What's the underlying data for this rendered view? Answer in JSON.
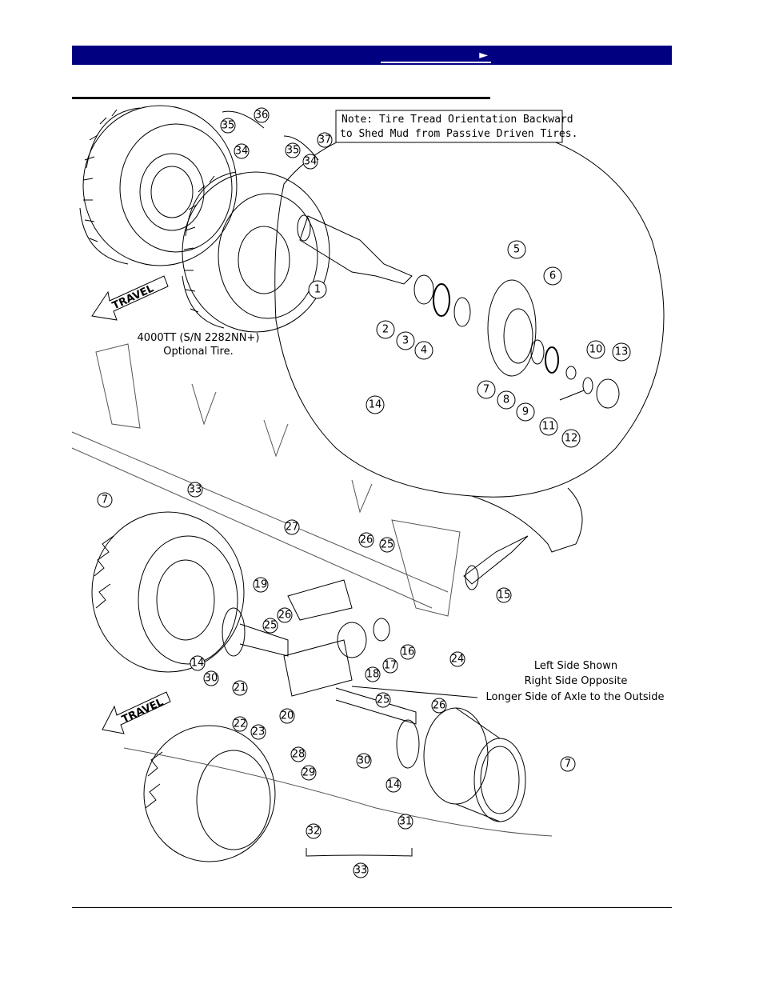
{
  "header": {
    "nav_arrow": "►"
  },
  "note": {
    "line1": "Note:  Tire Tread Orientation Backward",
    "line2": "to Shed Mud from Passive Driven Tires."
  },
  "optional_tire": {
    "line1": "4000TT (S/N 2282NN+)",
    "line2": "Optional Tire."
  },
  "travel_top": "TRAVEL",
  "travel_bottom": "TRAVEL",
  "side_note": {
    "line1": "Left Side Shown",
    "line2": "Right Side Opposite",
    "line3": "Longer Side of Axle to the Outside"
  },
  "callouts": [
    "1",
    "2",
    "3",
    "4",
    "5",
    "6",
    "7",
    "8",
    "9",
    "10",
    "11",
    "12",
    "13",
    "14",
    "15",
    "16",
    "17",
    "18",
    "19",
    "20",
    "21",
    "22",
    "23",
    "24",
    "25",
    "26",
    "27",
    "28",
    "29",
    "30",
    "31",
    "32",
    "33",
    "34",
    "35",
    "36",
    "37"
  ]
}
